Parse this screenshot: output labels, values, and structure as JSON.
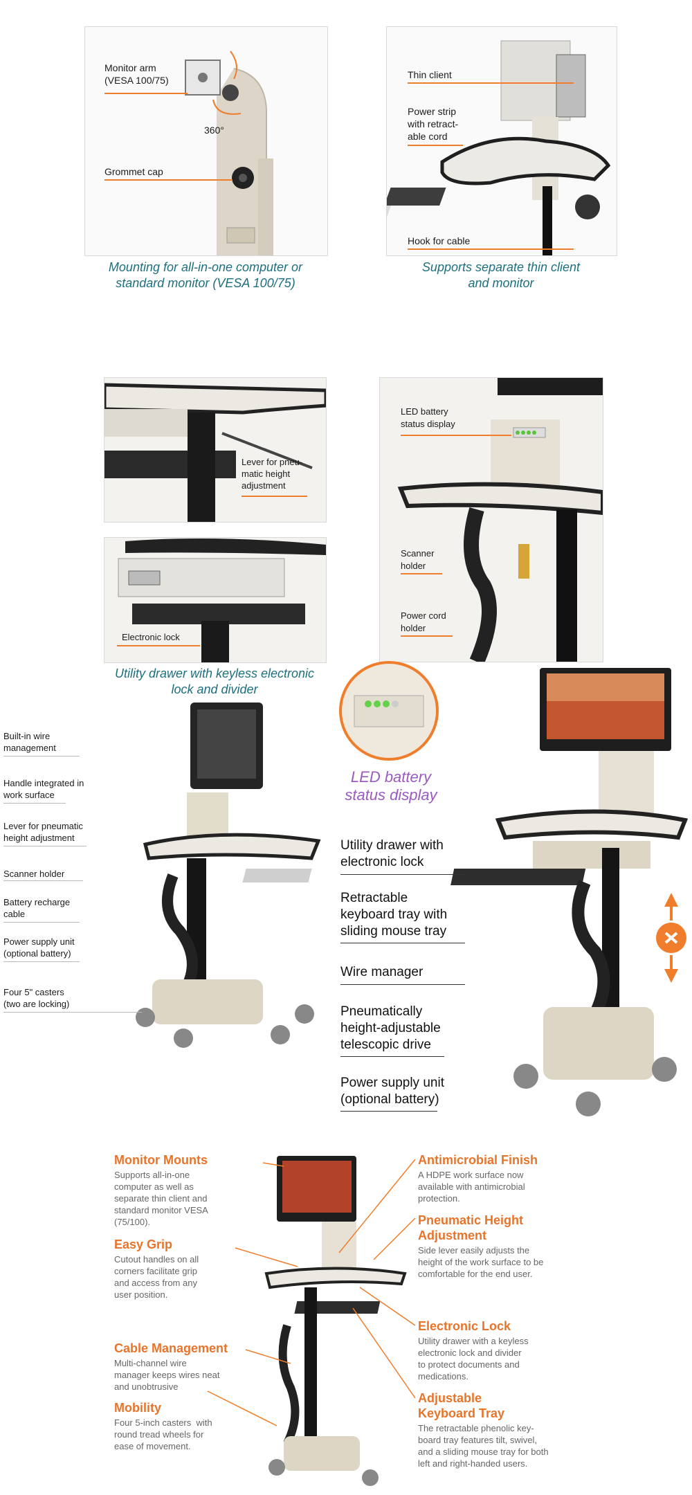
{
  "panel1": {
    "monitor_arm": "Monitor arm\n(VESA 100/75)",
    "degrees": "360°",
    "grommet": "Grommet cap",
    "caption": "Mounting for all-in-one computer or\nstandard monitor (VESA 100/75)"
  },
  "panel2": {
    "thin_client": "Thin client",
    "power_strip": "Power strip\nwith retract-\nable cord",
    "hook": "Hook for cable",
    "caption": "Supports separate thin client\nand monitor"
  },
  "panel3": {
    "lever": "Lever for pneu-\nmatic height\nadjustment"
  },
  "panel4": {
    "lock": "Electronic lock",
    "caption": "Utility drawer with keyless electronic\nlock and divider"
  },
  "panel5": {
    "led": "LED battery\nstatus display",
    "scanner": "Scanner\nholder",
    "cord": "Power cord\nholder"
  },
  "panel6": {
    "labels": [
      "Built-in wire\nmanagement",
      "Handle integrated in\nwork surface",
      "Lever for pneumatic\nheight adjustment",
      "Scanner holder",
      "Battery recharge\ncable",
      "Power supply unit\n(optional battery)",
      "Four 5\" casters\n(two are locking)"
    ]
  },
  "panel7": {
    "led_caption": "LED battery\nstatus display",
    "labels": [
      "Utility drawer with\nelectronic lock",
      "Retractable\nkeyboard tray with\nsliding mouse tray",
      "Wire manager",
      "Pneumatically\nheight-adjustable\ntelescopic drive",
      "Power supply unit\n(optional battery)"
    ]
  },
  "features": {
    "left": [
      {
        "title": "Monitor Mounts",
        "body": "Supports all-in-one\ncomputer as well as\nseparate thin client and\nstandard monitor VESA\n(75/100)."
      },
      {
        "title": "Easy Grip",
        "body": "Cutout handles on all\ncorners facilitate grip\nand access from any\nuser position."
      },
      {
        "title": "Cable Management",
        "body": "Multi-channel wire\nmanager keeps wires neat\nand unobtrusive"
      },
      {
        "title": "Mobility",
        "body": "Four 5-inch casters  with\nround tread wheels for\nease of movement."
      }
    ],
    "right": [
      {
        "title": "Antimicrobial Finish",
        "body": "A HDPE work surface now\navailable with antimicrobial\nprotection."
      },
      {
        "title": "Pneumatic Height\nAdjustment",
        "body": "Side lever easily adjusts the\nheight of the work surface to be\ncomfortable for the end user."
      },
      {
        "title": "Electronic Lock",
        "body": "Utility drawer with a keyless\nelectronic lock and divider\nto protect documents and\nmedications."
      },
      {
        "title": "Adjustable\nKeyboard Tray",
        "body": "The retractable phenolic key-\nboard tray features tilt, swivel,\nand a sliding mouse tray for both\nleft and right-handed users."
      }
    ]
  },
  "colors": {
    "accent": "#f07d2b",
    "caption_teal": "#1d6f7e",
    "led_purple": "#9a5bbf"
  }
}
